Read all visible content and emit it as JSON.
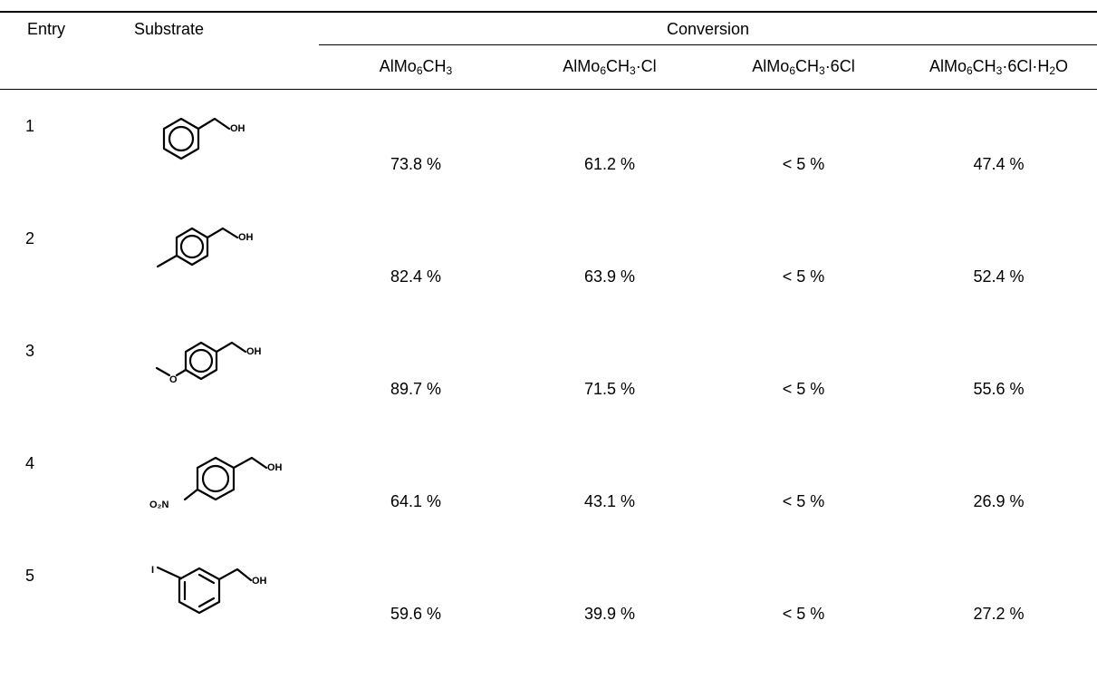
{
  "table": {
    "headers": {
      "entry": "Entry",
      "substrate": "Substrate",
      "conversion": "Conversion"
    },
    "subheaders": [
      {
        "base": "AlMo",
        "s1": "6",
        "mid": "CH",
        "s2": "3",
        "tail": ""
      },
      {
        "base": "AlMo",
        "s1": "6",
        "mid": "CH",
        "s2": "3",
        "tail": "·Cl"
      },
      {
        "base": "AlMo",
        "s1": "6",
        "mid": "CH",
        "s2": "3",
        "tail": "·6Cl"
      },
      {
        "base": "AlMo",
        "s1": "6",
        "mid": "CH",
        "s2": "3",
        "tail": "·6Cl·H",
        "s3": "2",
        "tail2": "O"
      }
    ],
    "rows": [
      {
        "entry": "1",
        "values": [
          "73.8 %",
          "61.2 %",
          "< 5 %",
          "47.4 %"
        ],
        "substrate_labels": [
          "OH"
        ]
      },
      {
        "entry": "2",
        "values": [
          "82.4 %",
          "63.9 %",
          "< 5 %",
          "52.4 %"
        ],
        "substrate_labels": [
          "OH"
        ]
      },
      {
        "entry": "3",
        "values": [
          "89.7 %",
          "71.5 %",
          "< 5 %",
          "55.6 %"
        ],
        "substrate_labels": [
          "OH",
          "O"
        ]
      },
      {
        "entry": "4",
        "values": [
          "64.1 %",
          "43.1 %",
          "< 5 %",
          "26.9 %"
        ],
        "substrate_labels": [
          "OH",
          "O₂N"
        ]
      },
      {
        "entry": "5",
        "values": [
          "59.6 %",
          "39.9 %",
          "< 5 %",
          "27.2 %"
        ],
        "substrate_labels": [
          "OH",
          "I"
        ]
      }
    ]
  }
}
